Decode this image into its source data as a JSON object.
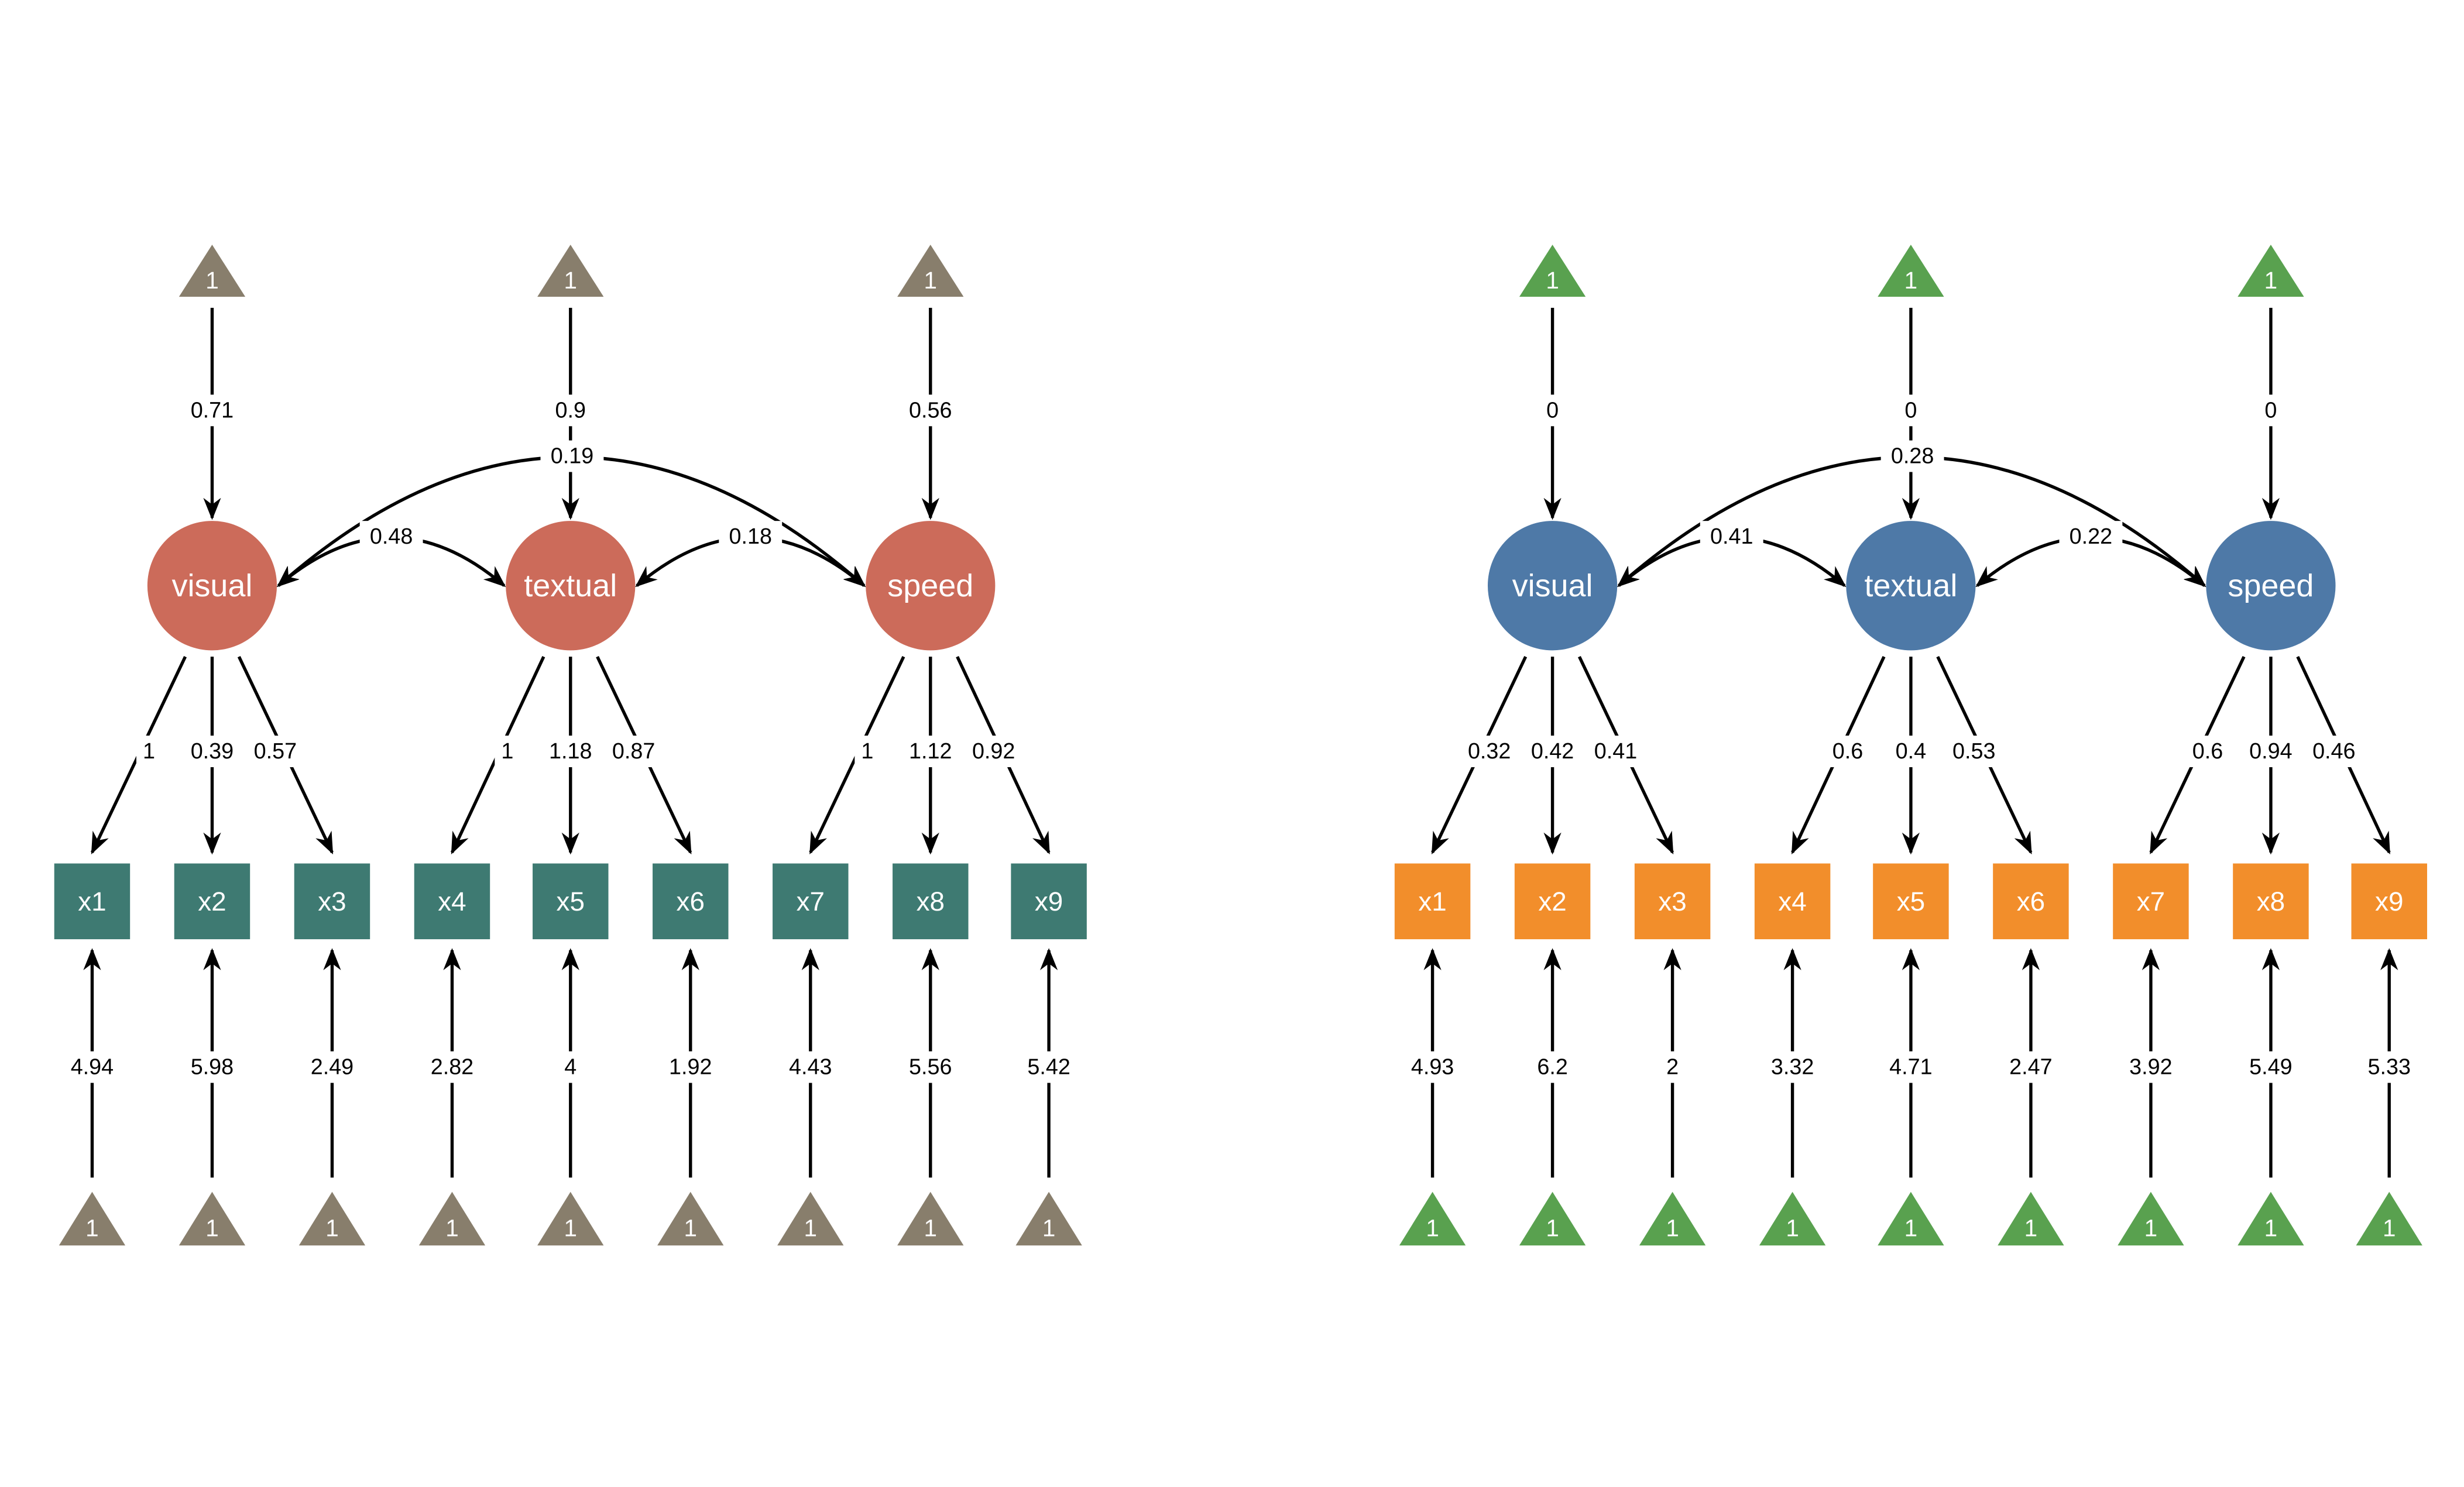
{
  "panels": [
    {
      "name": "left",
      "colors": {
        "latent": "#CC6B5A",
        "manifest": "#3E7A72",
        "intercept": "#887E6C"
      },
      "latents": [
        "visual",
        "textual",
        "speed"
      ],
      "latent_intercepts": [
        "0.71",
        "0.9",
        "0.56"
      ],
      "intercept_node_label": "1",
      "covariances": {
        "visual_textual": "0.48",
        "textual_speed": "0.18",
        "visual_speed": "0.19"
      },
      "manifests": [
        "x1",
        "x2",
        "x3",
        "x4",
        "x5",
        "x6",
        "x7",
        "x8",
        "x9"
      ],
      "loadings": [
        "1",
        "0.39",
        "0.57",
        "1",
        "1.18",
        "0.87",
        "1",
        "1.12",
        "0.92"
      ],
      "manifest_intercepts": [
        "4.94",
        "5.98",
        "2.49",
        "2.82",
        "4",
        "1.92",
        "4.43",
        "5.56",
        "5.42"
      ]
    },
    {
      "name": "right",
      "colors": {
        "latent": "#4E79A7",
        "manifest": "#F28E2B",
        "intercept": "#59A14F"
      },
      "latents": [
        "visual",
        "textual",
        "speed"
      ],
      "latent_intercepts": [
        "0",
        "0",
        "0"
      ],
      "intercept_node_label": "1",
      "covariances": {
        "visual_textual": "0.41",
        "textual_speed": "0.22",
        "visual_speed": "0.28"
      },
      "manifests": [
        "x1",
        "x2",
        "x3",
        "x4",
        "x5",
        "x6",
        "x7",
        "x8",
        "x9"
      ],
      "loadings": [
        "0.32",
        "0.42",
        "0.41",
        "0.6",
        "0.4",
        "0.53",
        "0.6",
        "0.94",
        "0.46"
      ],
      "manifest_intercepts": [
        "4.93",
        "6.2",
        "2",
        "3.32",
        "4.71",
        "2.47",
        "3.92",
        "5.49",
        "5.33"
      ]
    }
  ]
}
